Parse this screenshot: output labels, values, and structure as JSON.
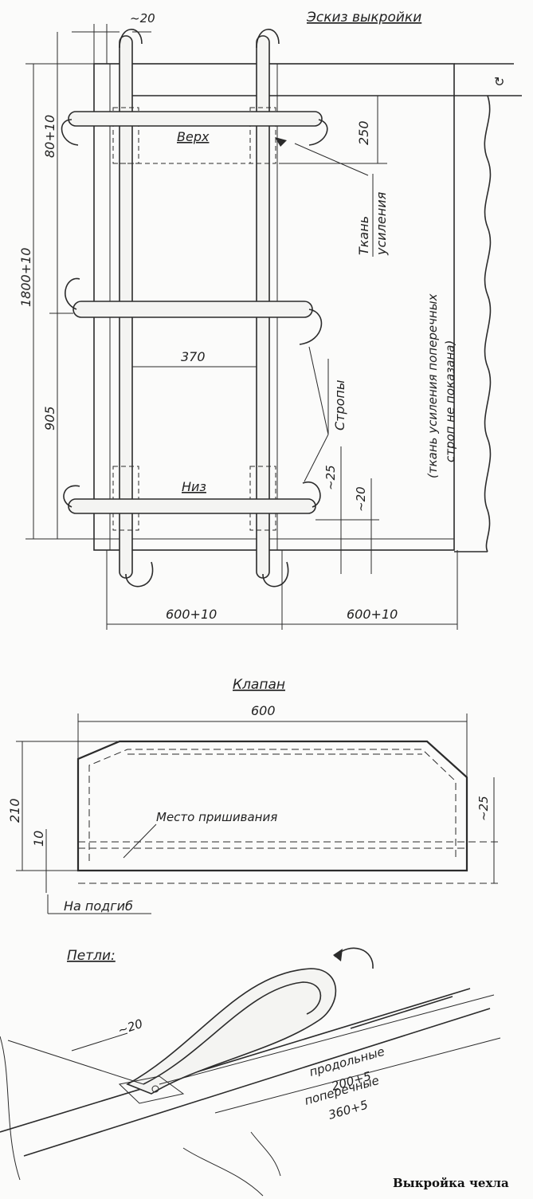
{
  "sketch": {
    "title": "Эскиз выкройки",
    "label_top": "Верх",
    "label_bottom": "Низ",
    "label_reinforce_1": "Ткань",
    "label_reinforce_2": "усиления",
    "label_straps": "Стропы",
    "note_line1": "(ткань усиления поперечных",
    "note_line2": "строп не показана)",
    "dim_strap_width": "~20",
    "dim_top_offset": "80+10",
    "dim_height": "1800+10",
    "dim_250": "250",
    "dim_370": "370",
    "dim_905": "905",
    "dim_25": "~25",
    "dim_20": "~20",
    "dim_width_left": "600+10",
    "dim_width_right": "600+10",
    "fold_symbol": "↻"
  },
  "flap": {
    "title": "Клапан",
    "dim_width": "600",
    "dim_height": "210",
    "dim_10": "10",
    "dim_25": "~25",
    "label_sewing": "Место пришивания",
    "label_hem": "На подгиб"
  },
  "loops": {
    "title": "Петли:",
    "dim_20": "~20",
    "label_long": "продольные",
    "value_long": "200+5",
    "label_cross": "поперечные",
    "value_cross": "360+5"
  },
  "caption": "Выкройка чехла"
}
